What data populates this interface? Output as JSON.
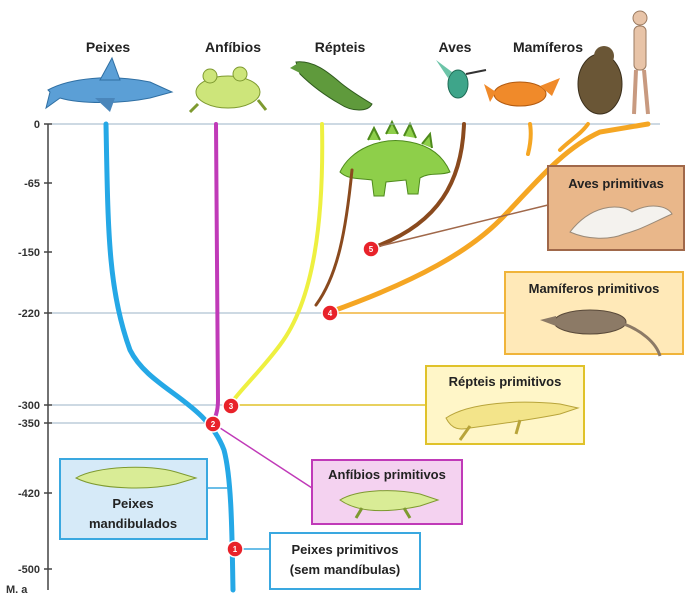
{
  "groups": [
    {
      "key": "fish",
      "label": "Peixes",
      "color": "#25a8e6"
    },
    {
      "key": "amph",
      "label": "Anfíbios",
      "color": "#c03ab8"
    },
    {
      "key": "rept",
      "label": "Répteis",
      "color": "#eef040"
    },
    {
      "key": "bird",
      "label": "Aves",
      "color": "#8a4a1e"
    },
    {
      "key": "mamm",
      "label": "Mamíferos",
      "color": "#f5a623"
    }
  ],
  "axis": {
    "unit_label": "M. a",
    "ticks": [
      "0",
      "-65",
      "-150",
      "-220",
      "-300",
      "-350",
      "-420",
      "-500"
    ]
  },
  "events": [
    {
      "number": "1",
      "label_lines": [
        "Peixes primitivos",
        "(sem mandíbulas)"
      ],
      "bg": "#ffffff",
      "border": "#3aa8e0"
    },
    {
      "number": "2",
      "label_lines": [
        "Anfíbios primitivos"
      ],
      "bg": "#f4d2f0",
      "border": "#c03ab8"
    },
    {
      "number": "3",
      "label_lines": [
        "Répteis primitivos"
      ],
      "bg": "#fff6c8",
      "border": "#e0c22a"
    },
    {
      "number": "4",
      "label_lines": [
        "Mamíferos primitivos"
      ],
      "bg": "#ffe9b8",
      "border": "#f0b43a"
    },
    {
      "number": "5",
      "label_lines": [
        "Aves primitivas"
      ],
      "bg": "#e9b78a",
      "border": "#a0684a"
    },
    {
      "number": "",
      "label_lines": [
        "Peixes",
        "mandibulados"
      ],
      "bg": "#d6eaf8",
      "border": "#3aa8e0"
    }
  ]
}
